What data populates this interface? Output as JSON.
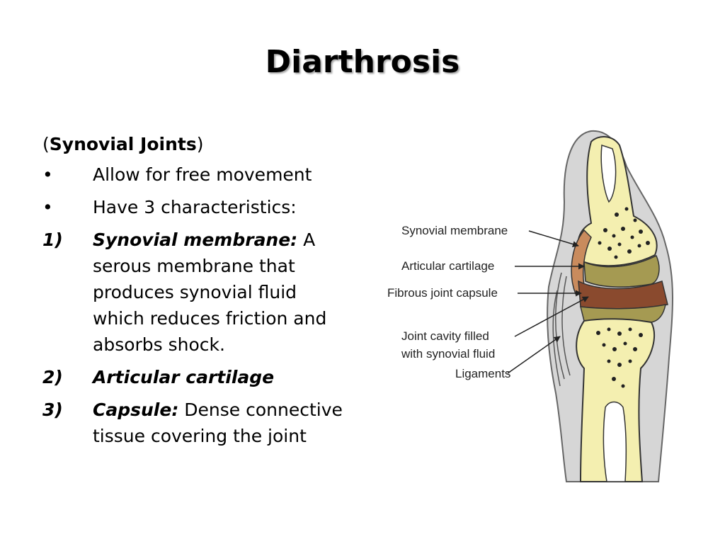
{
  "slide": {
    "title": "Diarthrosis"
  },
  "subtitle": {
    "open": "(",
    "bold": "Synovial Joints",
    "close": ")"
  },
  "bullets": [
    {
      "marker": "•",
      "text": "Allow for free movement"
    },
    {
      "marker": "•",
      "text": "Have 3 characteristics:"
    }
  ],
  "numbered": [
    {
      "marker": "1)",
      "term": "Synovial membrane:",
      "text": " A serous membrane that produces synovial fluid which reduces friction and absorbs shock."
    },
    {
      "marker": "2)",
      "term": "Articular cartilage",
      "text": ""
    },
    {
      "marker": "3)",
      "term": "Capsule:",
      "text": "  Dense connective tissue covering the joint"
    }
  ],
  "diagram": {
    "labels": {
      "synovial_membrane": "Synovial membrane",
      "articular_cartilage": "Articular cartilage",
      "fibrous_capsule": "Fibrous joint capsule",
      "joint_cavity_1": "Joint cavity filled",
      "joint_cavity_2": "with synovial fluid",
      "ligaments": "Ligaments"
    },
    "colors": {
      "bone": "#f4efb0",
      "cartilage": "#a59a52",
      "membrane": "#c98b5d",
      "cavity": "#8a4a2e",
      "capsule": "#d6d6d6"
    }
  }
}
